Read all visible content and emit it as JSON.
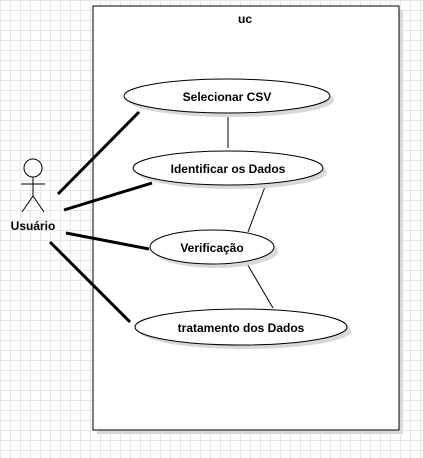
{
  "diagram": {
    "system_title": "uc",
    "actor": {
      "name": "Usuário",
      "icon": "stick-figure-actor-icon"
    },
    "use_cases": {
      "selecionar_csv": "Selecionar CSV",
      "identificar_dados": "Identificar os Dados",
      "verificacao": "Verificação",
      "tratamento_dados": "tratamento dos Dados"
    }
  }
}
